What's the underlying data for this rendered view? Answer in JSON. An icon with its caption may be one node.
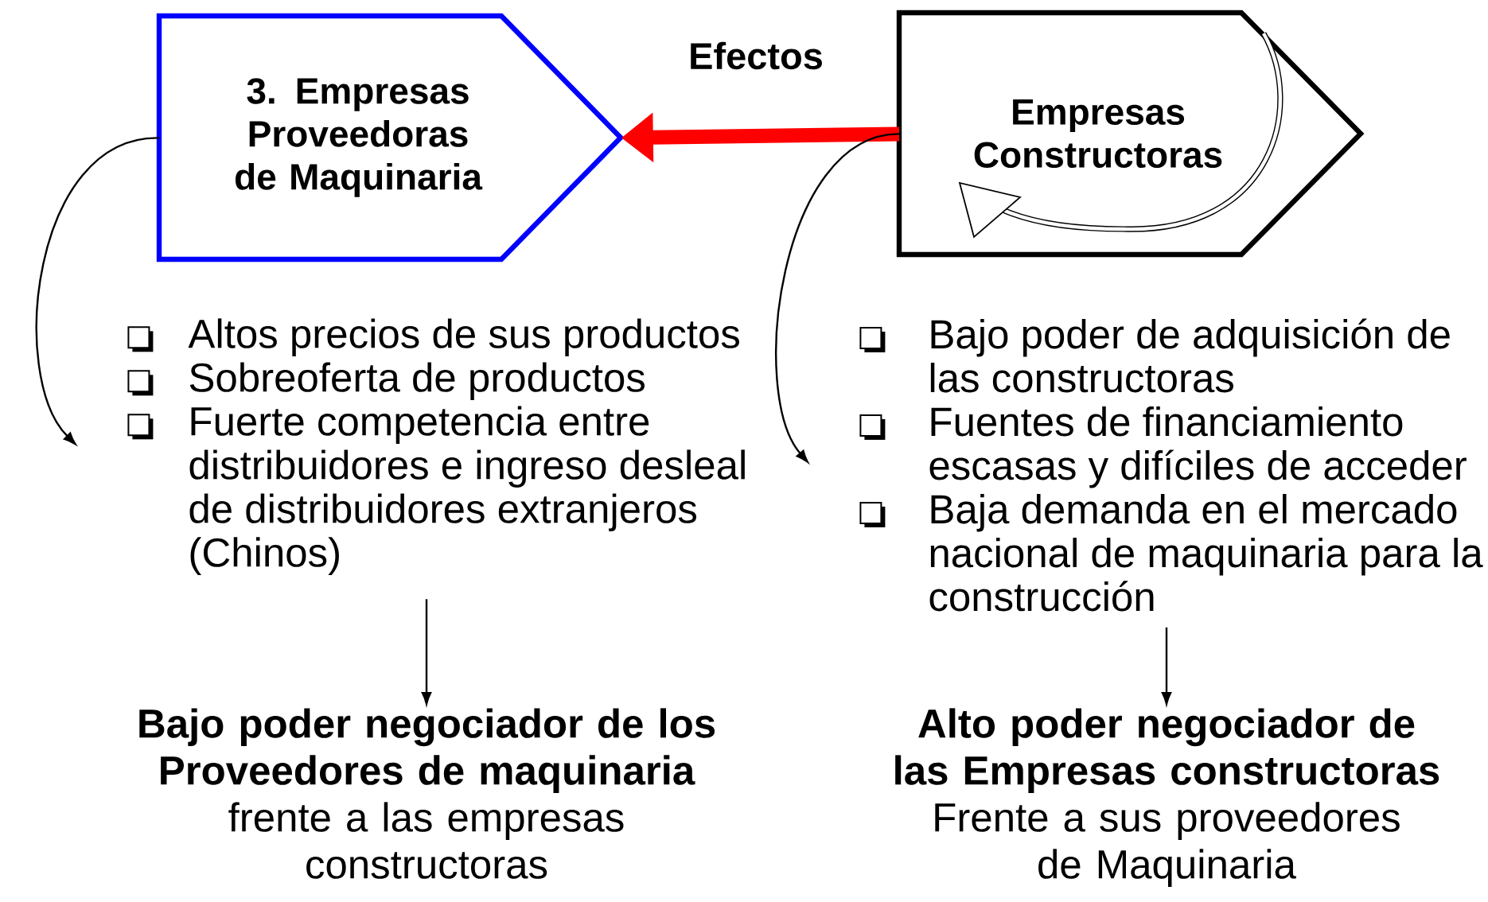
{
  "diagram": {
    "nodes": [
      {
        "text": [
          "3. Empresas Proveedoras de Maquinaria"
        ]
      },
      {
        "text": [
          "Empresas Constructoras"
        ]
      },
      {
        "text": [
          "Altos precios de sus productos",
          "Sobreoferta de productos",
          "Fuerte competencia entre distribuidores e ingreso desleal de distribuidores extranjeros (Chinos)"
        ]
      },
      {
        "text": [
          "Bajo poder de adquisición de las constructoras",
          "Fuentes de financiamiento escasas y difíciles de acceder",
          "Baja demanda en el mercado nacional de maquinaria para la construcción"
        ]
      },
      {
        "text": [
          "Bajo poder negociador de los Proveedores de maquinaria",
          "frente a las empresas constructoras"
        ]
      },
      {
        "text": [
          "Alto poder negociador de las Empresas constructoras",
          "Frente a sus proveedores de Maquinaria"
        ]
      }
    ],
    "edges": [
      {
        "from": 1,
        "to": 0,
        "arrow": "to",
        "label": "Efectos",
        "style": "thick",
        "color": "#ff0000"
      },
      {
        "from": 0,
        "to": 2,
        "arrow": "to"
      },
      {
        "from": 1,
        "to": 3,
        "arrow": "to"
      },
      {
        "from": 2,
        "to": 4,
        "arrow": "to"
      },
      {
        "from": 3,
        "to": 5,
        "arrow": "to"
      }
    ]
  }
}
